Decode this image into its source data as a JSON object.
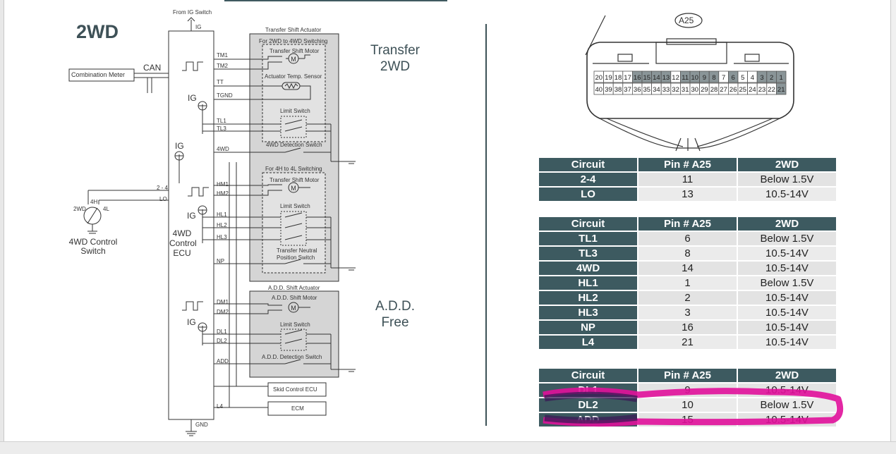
{
  "diagram": {
    "title": "2WD",
    "labels": {
      "from_ig": "From IG Switch",
      "ig": "IG",
      "gnd": "GND",
      "can": "CAN",
      "combination_meter": "Combination Meter",
      "tm1": "TM1",
      "tm2": "TM2",
      "tt": "TT",
      "tgnd": "TGND",
      "tl1": "TL1",
      "tl3": "TL3",
      "fourwd": "4WD",
      "hm1": "HM1",
      "hm2": "HM2",
      "hl1": "HL1",
      "hl2": "HL2",
      "hl3": "HL3",
      "np": "NP",
      "dm1": "DM1",
      "dm2": "DM2",
      "dl1": "DL1",
      "dl2": "DL2",
      "add": "ADD",
      "l4": "L4",
      "two_four": "2 - 4",
      "lo": "LO",
      "ig_symbol": "IG",
      "ecu_line1": "4WD",
      "ecu_line2": "Control",
      "ecu_line3": "ECU",
      "switch_line1": "4WD Control",
      "switch_line2": "Switch",
      "sw_2wd": "2WD",
      "sw_4h": "4H",
      "sw_4l": "4L",
      "transfer_actuator": "Transfer Shift Actuator",
      "for_2wd_4wd": "For 2WD to 4WD Switching",
      "transfer_motor": "Transfer Shift Motor",
      "temp_sensor": "Actuator Temp. Sensor",
      "limit_switch": "Limit Switch",
      "detect_4wd": "4WD Detection Switch",
      "for_4h_4l": "For 4H to 4L Switching",
      "neutral_1": "Transfer Neutral",
      "neutral_2": "Position Switch",
      "add_actuator": "A.D.D. Shift Actuator",
      "add_motor": "A.D.D. Shift Motor",
      "add_detect": "A.D.D. Detection Switch",
      "skid": "Skid Control ECU",
      "ecm": "ECM",
      "motor_symbol": "M"
    },
    "side_transfer": [
      "Transfer",
      "2WD"
    ],
    "side_add": [
      "A.D.D.",
      "Free"
    ]
  },
  "connector": {
    "name": "A25",
    "top_row": [
      "20",
      "19",
      "18",
      "17",
      "16",
      "15",
      "14",
      "13",
      "12",
      "11",
      "10",
      "9",
      "8",
      "7",
      "6",
      "5",
      "4",
      "3",
      "2",
      "1"
    ],
    "bottom_row": [
      "40",
      "39",
      "38",
      "37",
      "36",
      "35",
      "34",
      "33",
      "32",
      "31",
      "30",
      "29",
      "28",
      "27",
      "26",
      "25",
      "24",
      "23",
      "22",
      "21"
    ],
    "shaded_pins": [
      "16",
      "15",
      "14",
      "13",
      "11",
      "10",
      "9",
      "8",
      "6",
      "3",
      "2",
      "1",
      "21"
    ]
  },
  "tables": [
    {
      "headers": [
        "Circuit",
        "Pin # A25",
        "2WD"
      ],
      "rows": [
        [
          "2-4",
          "11",
          "Below 1.5V"
        ],
        [
          "LO",
          "13",
          "10.5-14V"
        ]
      ]
    },
    {
      "headers": [
        "Circuit",
        "Pin # A25",
        "2WD"
      ],
      "rows": [
        [
          "TL1",
          "6",
          "Below 1.5V"
        ],
        [
          "TL3",
          "8",
          "10.5-14V"
        ],
        [
          "4WD",
          "14",
          "10.5-14V"
        ],
        [
          "HL1",
          "1",
          "Below 1.5V"
        ],
        [
          "HL2",
          "2",
          "10.5-14V"
        ],
        [
          "HL3",
          "3",
          "10.5-14V"
        ],
        [
          "NP",
          "16",
          "10.5-14V"
        ],
        [
          "L4",
          "21",
          "10.5-14V"
        ]
      ]
    },
    {
      "headers": [
        "Circuit",
        "Pin # A25",
        "2WD"
      ],
      "rows": [
        [
          "DL1",
          "9",
          "10.5-14V"
        ],
        [
          "DL2",
          "10",
          "Below 1.5V"
        ],
        [
          "ADD",
          "15",
          "10.5-14V"
        ]
      ]
    }
  ],
  "colors": {
    "header": "#3d5a60",
    "highlight": "#e0109a",
    "dark_marker": "#3a1a55"
  }
}
